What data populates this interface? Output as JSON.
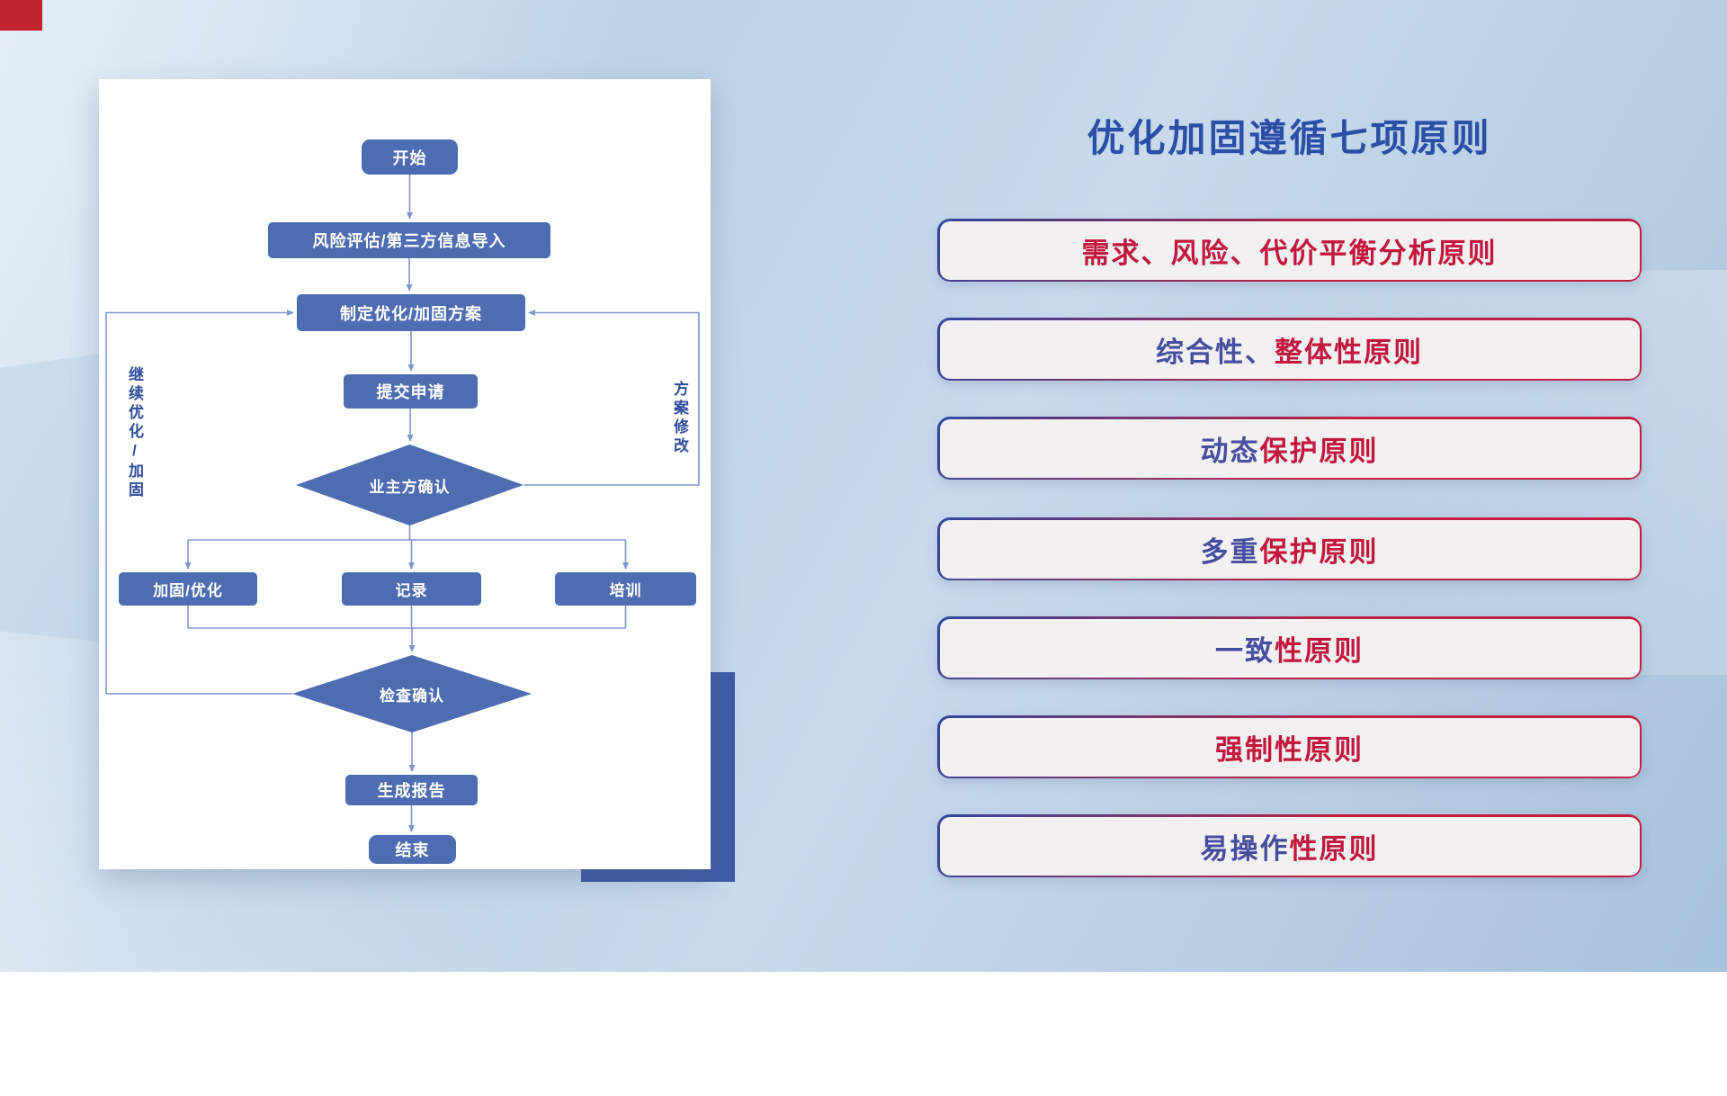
{
  "flowchart": {
    "nodes": {
      "start": "开始",
      "risk_import": "风险评估/第三方信息导入",
      "make_plan": "制定优化/加固方案",
      "submit": "提交申请",
      "owner_confirm": "业主方确认",
      "reinforce": "加固/优化",
      "record": "记录",
      "training": "培训",
      "check_confirm": "检查确认",
      "report": "生成报告",
      "end": "结束"
    },
    "loop_labels": {
      "continue_optimize": "继续优化/加固",
      "plan_modify": "方案修改"
    }
  },
  "principles": {
    "heading": "优化加固遵循七项原则",
    "items": [
      {
        "lead": "",
        "rest": "需求、风险、代价平衡分析原则"
      },
      {
        "lead": "综合性、",
        "rest": "整体性原则"
      },
      {
        "lead": "动态",
        "rest": "保护原则"
      },
      {
        "lead": "多重",
        "rest": "保护原则"
      },
      {
        "lead": "一致",
        "rest": "性原则"
      },
      {
        "lead": "",
        "rest": "强制性原则"
      },
      {
        "lead": "易操作",
        "rest": "性原则"
      }
    ]
  },
  "colors": {
    "node-blue": "#4e6cb2",
    "line-blue": "#7d97cd",
    "loop-label": "#2f4c9b",
    "title-blue": "#2b4fa6",
    "principle-red": "#c2183d",
    "principle-blue": "#474d9f",
    "border-blue": "#32499f",
    "border-red": "#c01f3f",
    "decor-block": "#3f5ca8",
    "corner-red": "#c0242e"
  }
}
